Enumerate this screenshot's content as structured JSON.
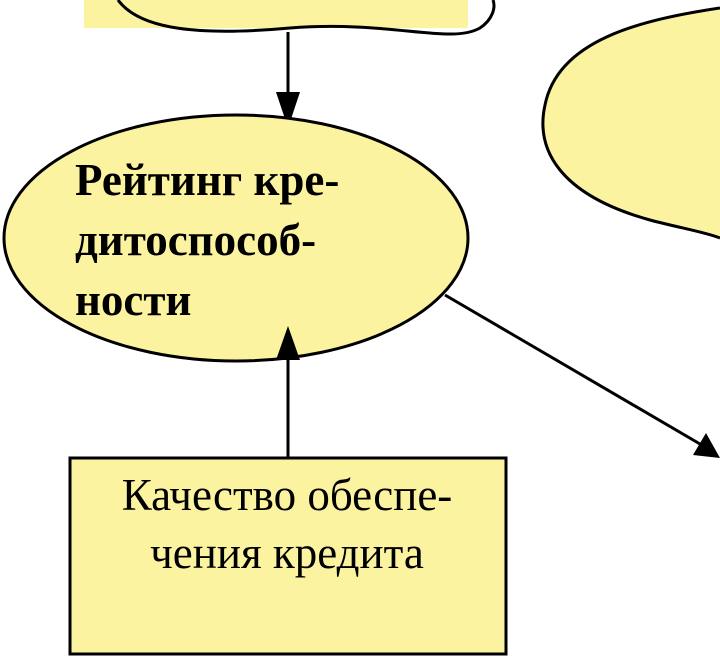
{
  "diagram": {
    "ellipse_node": {
      "lines": [
        "Рейтинг кре-",
        "дитоспособ-",
        "ности"
      ]
    },
    "box_node": {
      "lines": [
        "Качество обеспе-",
        "чения кредита"
      ]
    },
    "colors": {
      "fill": "#FBF3A0",
      "stroke": "#000000",
      "background": "#FFFFFF"
    }
  }
}
